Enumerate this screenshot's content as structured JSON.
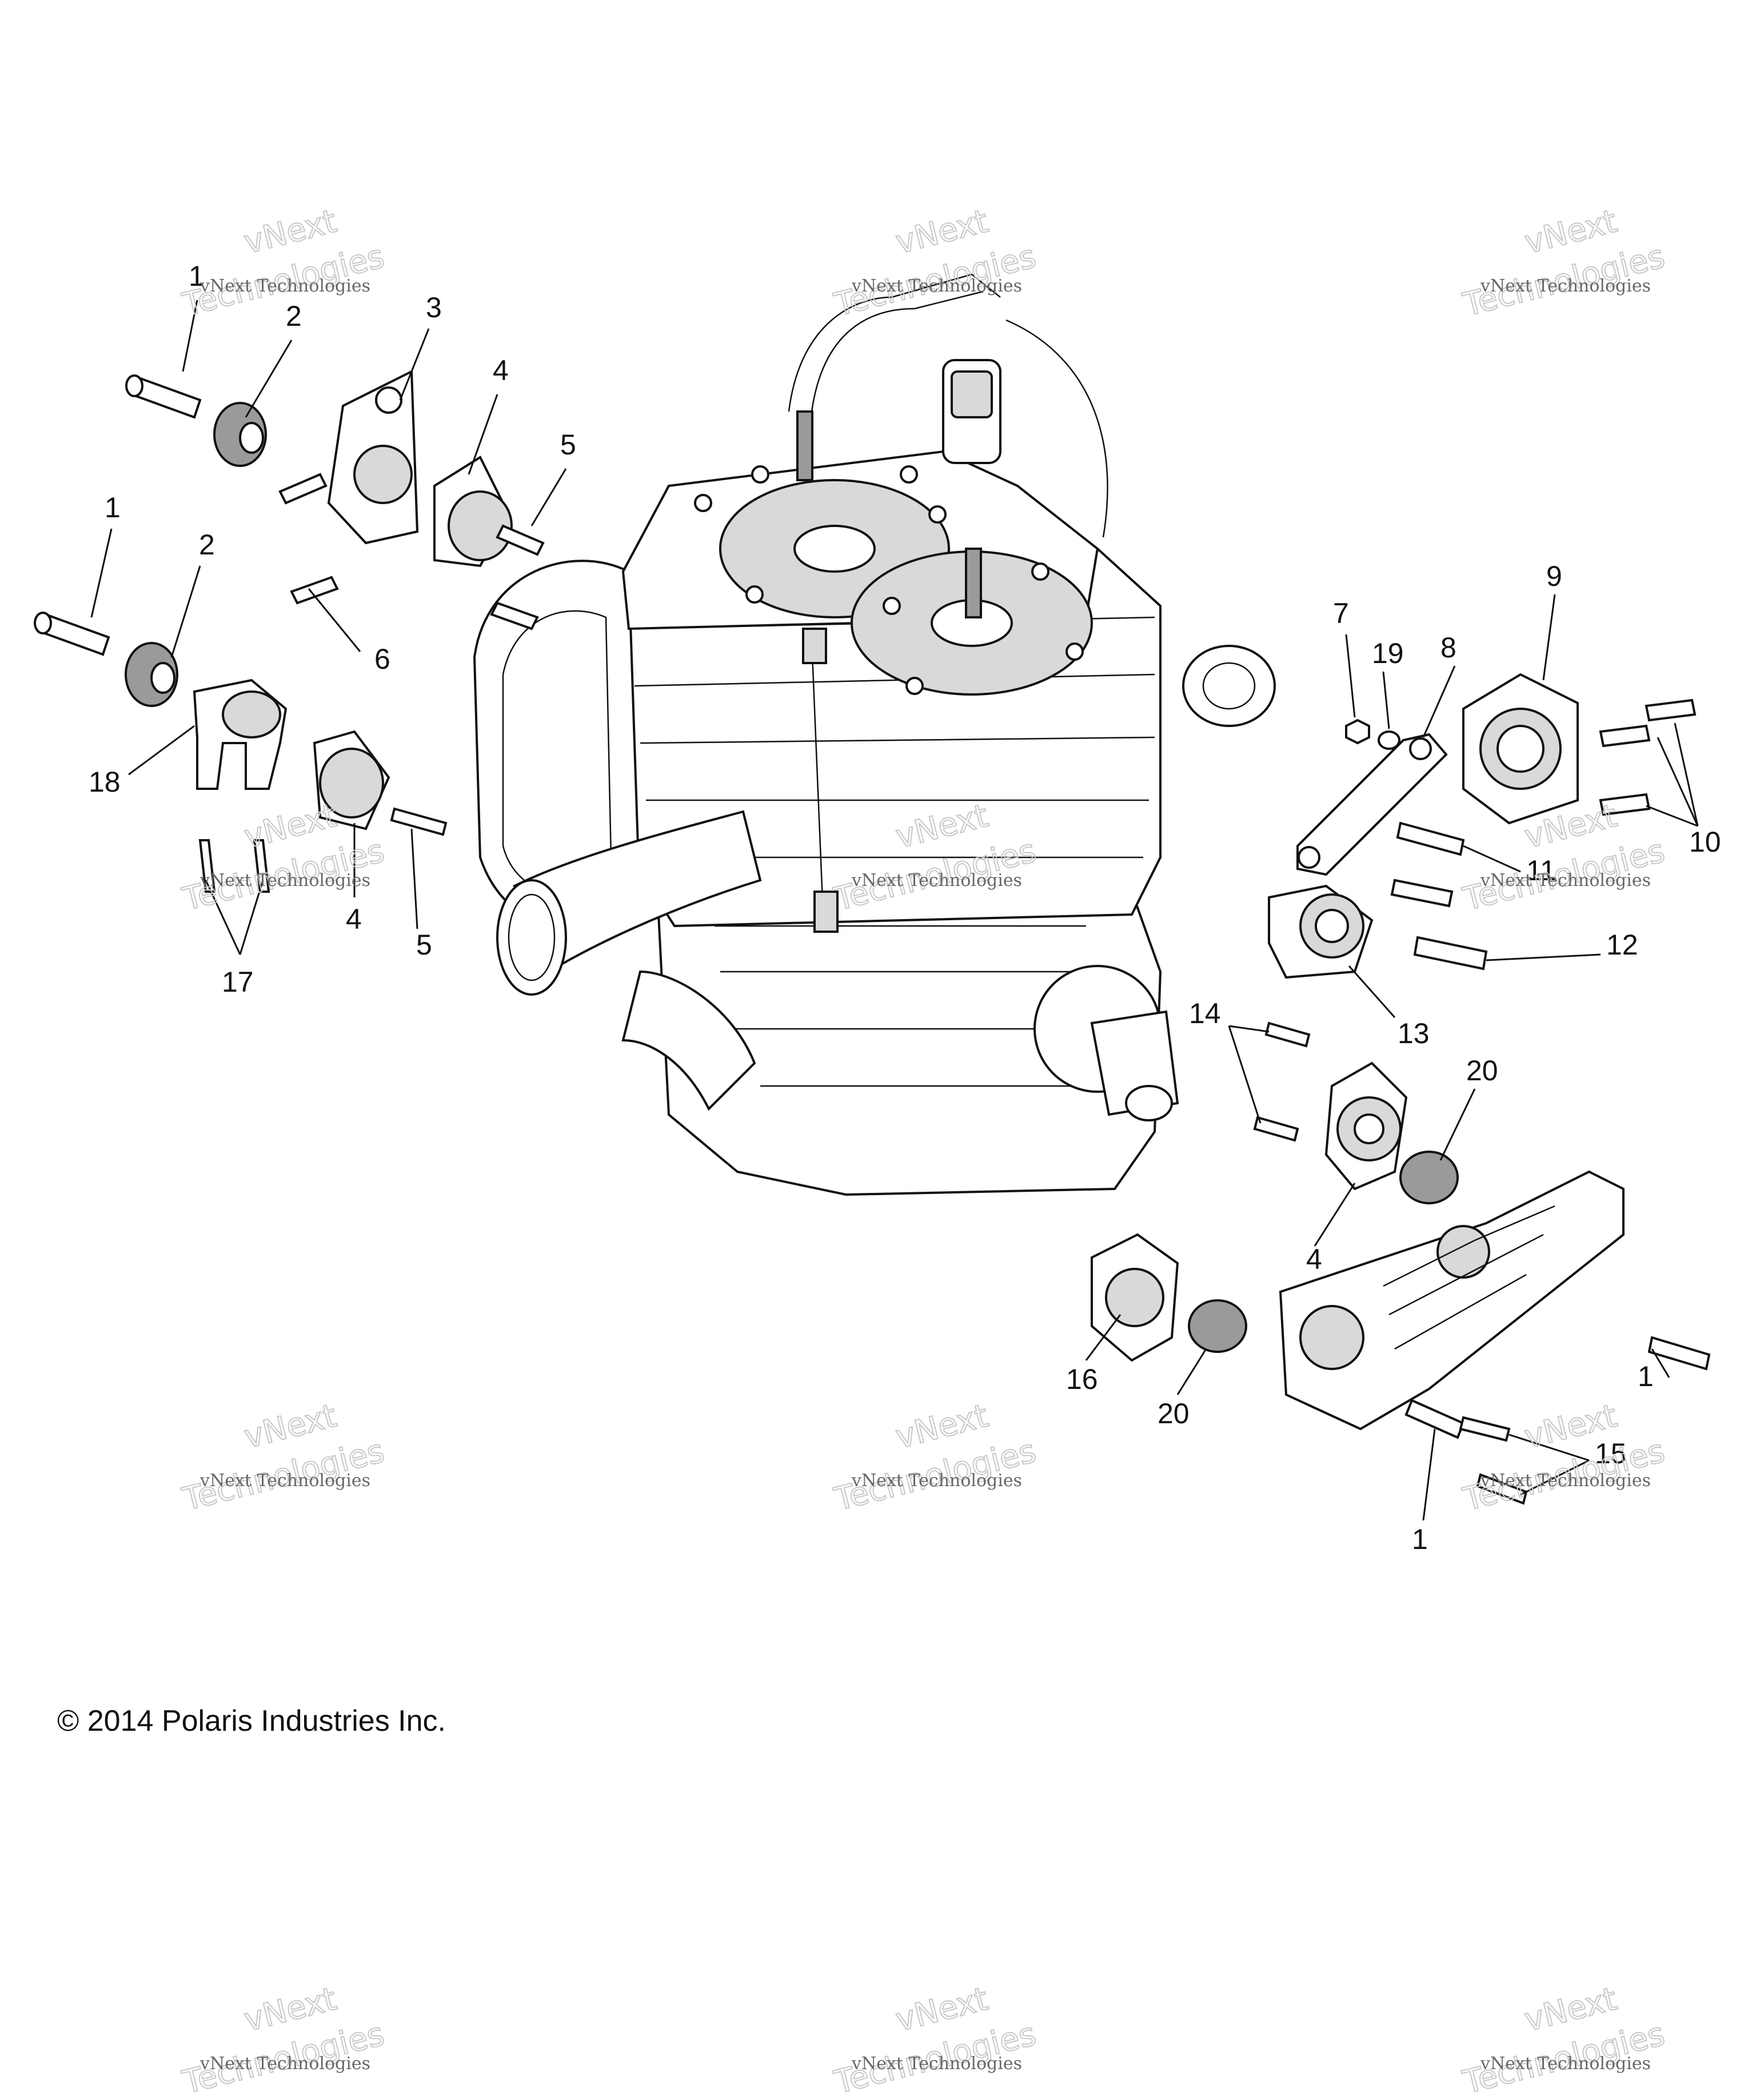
{
  "copyright": "© 2014 Polaris Industries Inc.",
  "watermark": {
    "line1": "vNext Technologies",
    "line2": "Technologies",
    "top": "vNext"
  },
  "callouts": [
    "1",
    "2",
    "3",
    "4",
    "5",
    "1",
    "2",
    "6",
    "18",
    "4",
    "5",
    "17",
    "7",
    "19",
    "8",
    "9",
    "10",
    "11",
    "12",
    "13",
    "14",
    "20",
    "4",
    "16",
    "20",
    "1",
    "15",
    "1"
  ]
}
